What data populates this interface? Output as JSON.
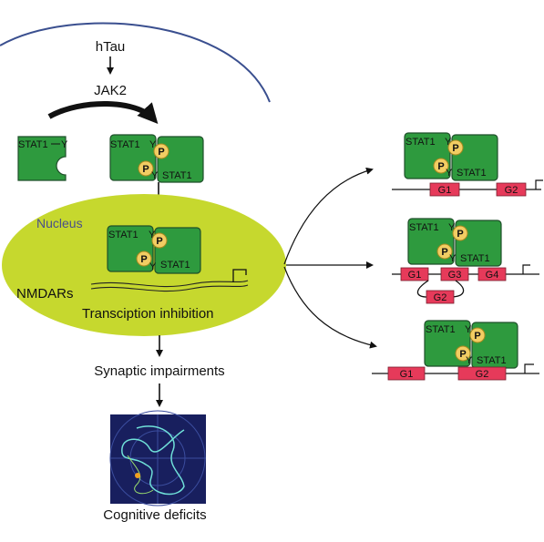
{
  "flow": {
    "htau": "hTau",
    "jak2": "JAK2",
    "nucleus": "Nucleus",
    "nmdars": "NMDARs",
    "transcription": "Transciption inhibition",
    "synaptic": "Synaptic impairments",
    "cognitive": "Cognitive deficits"
  },
  "protein": {
    "stat1": "STAT1",
    "y": "Y",
    "p": "P"
  },
  "genes": {
    "g1": "G1",
    "g2": "G2",
    "g3": "G3",
    "g4": "G4"
  },
  "colors": {
    "protein_fill": "#2e9a3e",
    "protein_stroke": "#1f4f2a",
    "nucleus_fill": "#c6d82e",
    "gene_box": "#e63a5a",
    "phospho_fill": "#f2cd63",
    "membrane": "#3a4f8f"
  }
}
